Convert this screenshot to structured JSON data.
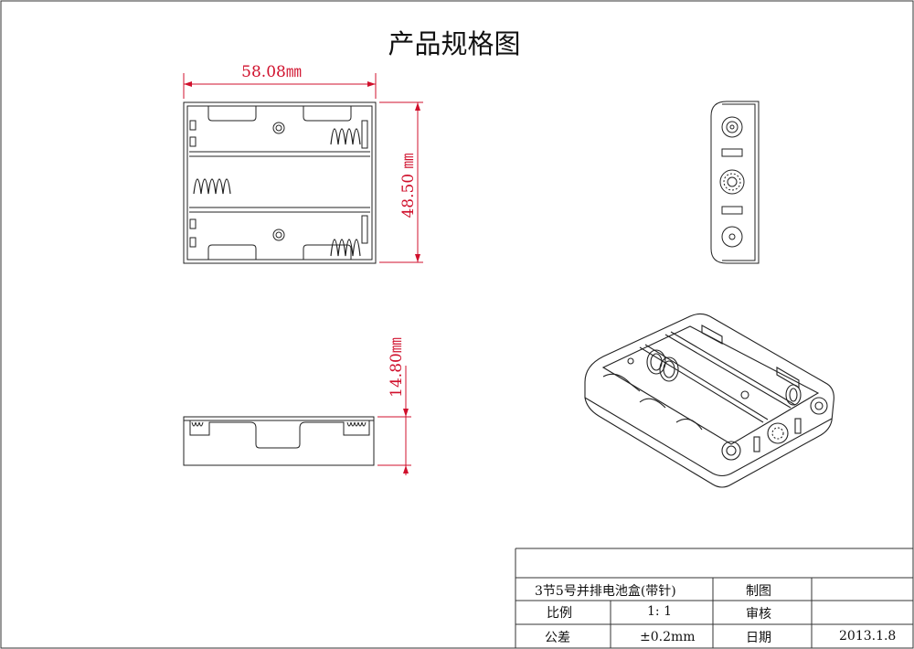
{
  "title": "产品规格图",
  "dimensions": {
    "width": "58.08㎜",
    "height": "48.50 ㎜",
    "depth": "14.80㎜"
  },
  "title_block": {
    "product_name": "3节5号并排电池盒(带针)",
    "label_drawn": "制图",
    "label_scale": "比例",
    "scale_value": "1: 1",
    "label_review": "审核",
    "label_tolerance": "公差",
    "tolerance_value": "±0.2mm",
    "label_date": "日期",
    "date_value": "2013.1.8"
  }
}
